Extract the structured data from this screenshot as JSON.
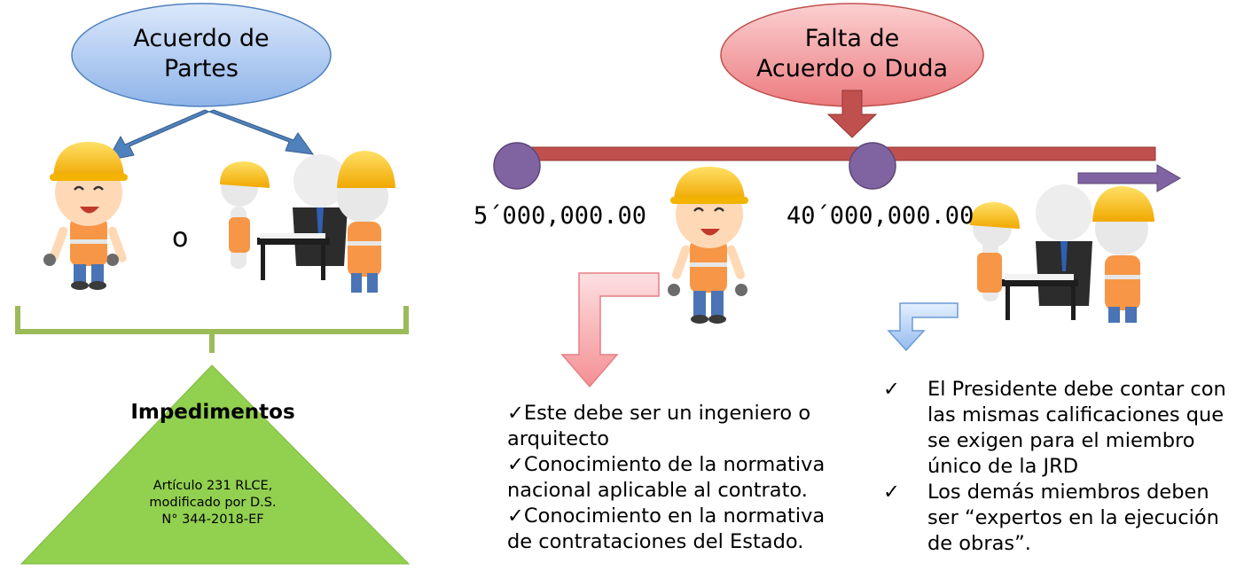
{
  "left": {
    "ellipse_label_line1": "Acuerdo de",
    "ellipse_label_line2": "Partes",
    "connector": "o",
    "triangle_title": "Impedimentos",
    "triangle_line1": "Artículo 231 RLCE,",
    "triangle_line2": "modificado por D.S.",
    "triangle_line3": "N° 344-2018-EF"
  },
  "right": {
    "ellipse_label_line1": "Falta de",
    "ellipse_label_line2": "Acuerdo o Duda",
    "threshold_1": "5´000,000.00",
    "threshold_2": "40´000,000.00",
    "single_member_items": [
      "Este debe ser un ingeniero o arquitecto",
      "Conocimiento de la normativa nacional aplicable al contrato.",
      "Conocimiento en la normativa de contrataciones del Estado."
    ],
    "board_items": [
      "El Presidente debe contar con las mismas calificaciones que se exigen para el miembro único de la JRD",
      "Los demás miembros deben ser “expertos en la ejecución de obras”."
    ],
    "check_mark": "✓"
  },
  "colors": {
    "blue_ellipse": "#a9c6ef",
    "red_ellipse": "#f08f92",
    "timeline": "#c0504d",
    "timeline_node": "#8064a2",
    "green": "#9bbb59",
    "triangle": "#92d050",
    "blue_arrow": "#4f81bd",
    "pink_arrow": "#f7a7a9",
    "light_blue_arrow": "#a6c8f0",
    "helmet": "#ffc000",
    "vest": "#f79646"
  }
}
